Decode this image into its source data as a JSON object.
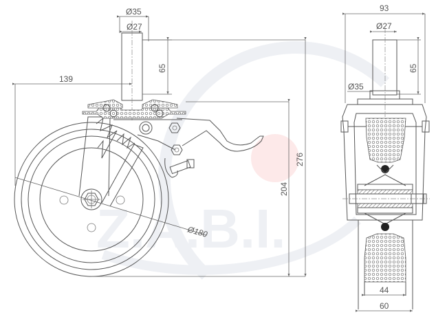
{
  "drawing": {
    "type": "technical drawing",
    "subject": "scaffold swivel castor with brake",
    "watermark_text": "Z.A.B.I.",
    "colors": {
      "line": "#555555",
      "watermark_grey": "#e6e9ef",
      "watermark_red": "#fde9e9"
    }
  },
  "side_view": {
    "dimensions": {
      "stem_diameter_outer": "Ø35",
      "stem_diameter_inner": "Ø27",
      "stem_length": "65",
      "horizontal_offset": "139",
      "wheel_diameter": "Ø180",
      "height_to_plate": "204",
      "overall_height": "276"
    }
  },
  "front_view": {
    "dimensions": {
      "overall_width": "93",
      "stem_diameter_inner": "Ø27",
      "stem_length": "65",
      "collar_diameter": "Ø35",
      "tread_width": "44",
      "wheel_width": "60"
    }
  }
}
